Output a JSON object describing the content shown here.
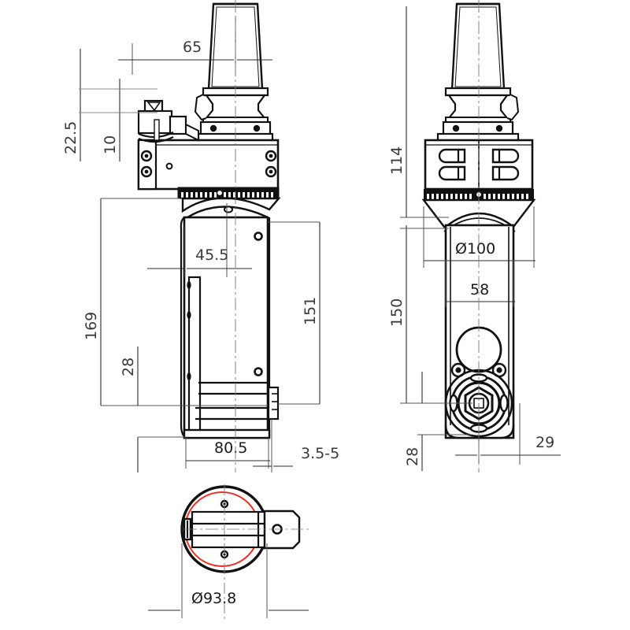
{
  "drawing": {
    "title": "Angle head spindle technical drawing",
    "type": "engineering-dimensioned-drawing",
    "background_color": "#ffffff",
    "line_color": "#111111",
    "dimension_color": "#3a3a3a",
    "highlight_color": "#e8342a",
    "units": "mm"
  },
  "views": {
    "front": {
      "name": "front-view",
      "label": ""
    },
    "side": {
      "name": "side-view",
      "label": ""
    },
    "bottom": {
      "name": "bottom-view",
      "label": ""
    }
  },
  "dimensions": {
    "front": [
      {
        "id": "d-65",
        "value": "65",
        "orientation": "horizontal",
        "view": "front"
      },
      {
        "id": "d-22-5",
        "value": "22.5",
        "orientation": "vertical",
        "view": "front"
      },
      {
        "id": "d-10",
        "value": "10",
        "orientation": "vertical",
        "view": "front"
      },
      {
        "id": "d-169",
        "value": "169",
        "orientation": "vertical",
        "view": "front"
      },
      {
        "id": "d-28a",
        "value": "28",
        "orientation": "vertical",
        "view": "front"
      },
      {
        "id": "d-45-5",
        "value": "45.5",
        "orientation": "horizontal",
        "view": "front"
      },
      {
        "id": "d-151",
        "value": "151",
        "orientation": "vertical",
        "view": "front"
      },
      {
        "id": "d-80-5",
        "value": "80.5",
        "orientation": "horizontal",
        "view": "front"
      },
      {
        "id": "d-3-5-5",
        "value": "3.5-5",
        "orientation": "horizontal",
        "view": "front"
      }
    ],
    "side": [
      {
        "id": "d-114",
        "value": "114",
        "orientation": "vertical",
        "view": "side"
      },
      {
        "id": "d-d100",
        "value": "Ø100",
        "orientation": "horizontal",
        "view": "side"
      },
      {
        "id": "d-58",
        "value": "58",
        "orientation": "horizontal",
        "view": "side"
      },
      {
        "id": "d-150",
        "value": "150",
        "orientation": "vertical",
        "view": "side"
      },
      {
        "id": "d-28b",
        "value": "28",
        "orientation": "vertical",
        "view": "side"
      },
      {
        "id": "d-29",
        "value": "29",
        "orientation": "horizontal",
        "view": "side"
      }
    ],
    "bottom": [
      {
        "id": "d-d93-8",
        "value": "Ø93.8",
        "orientation": "horizontal",
        "view": "bottom"
      }
    ]
  }
}
